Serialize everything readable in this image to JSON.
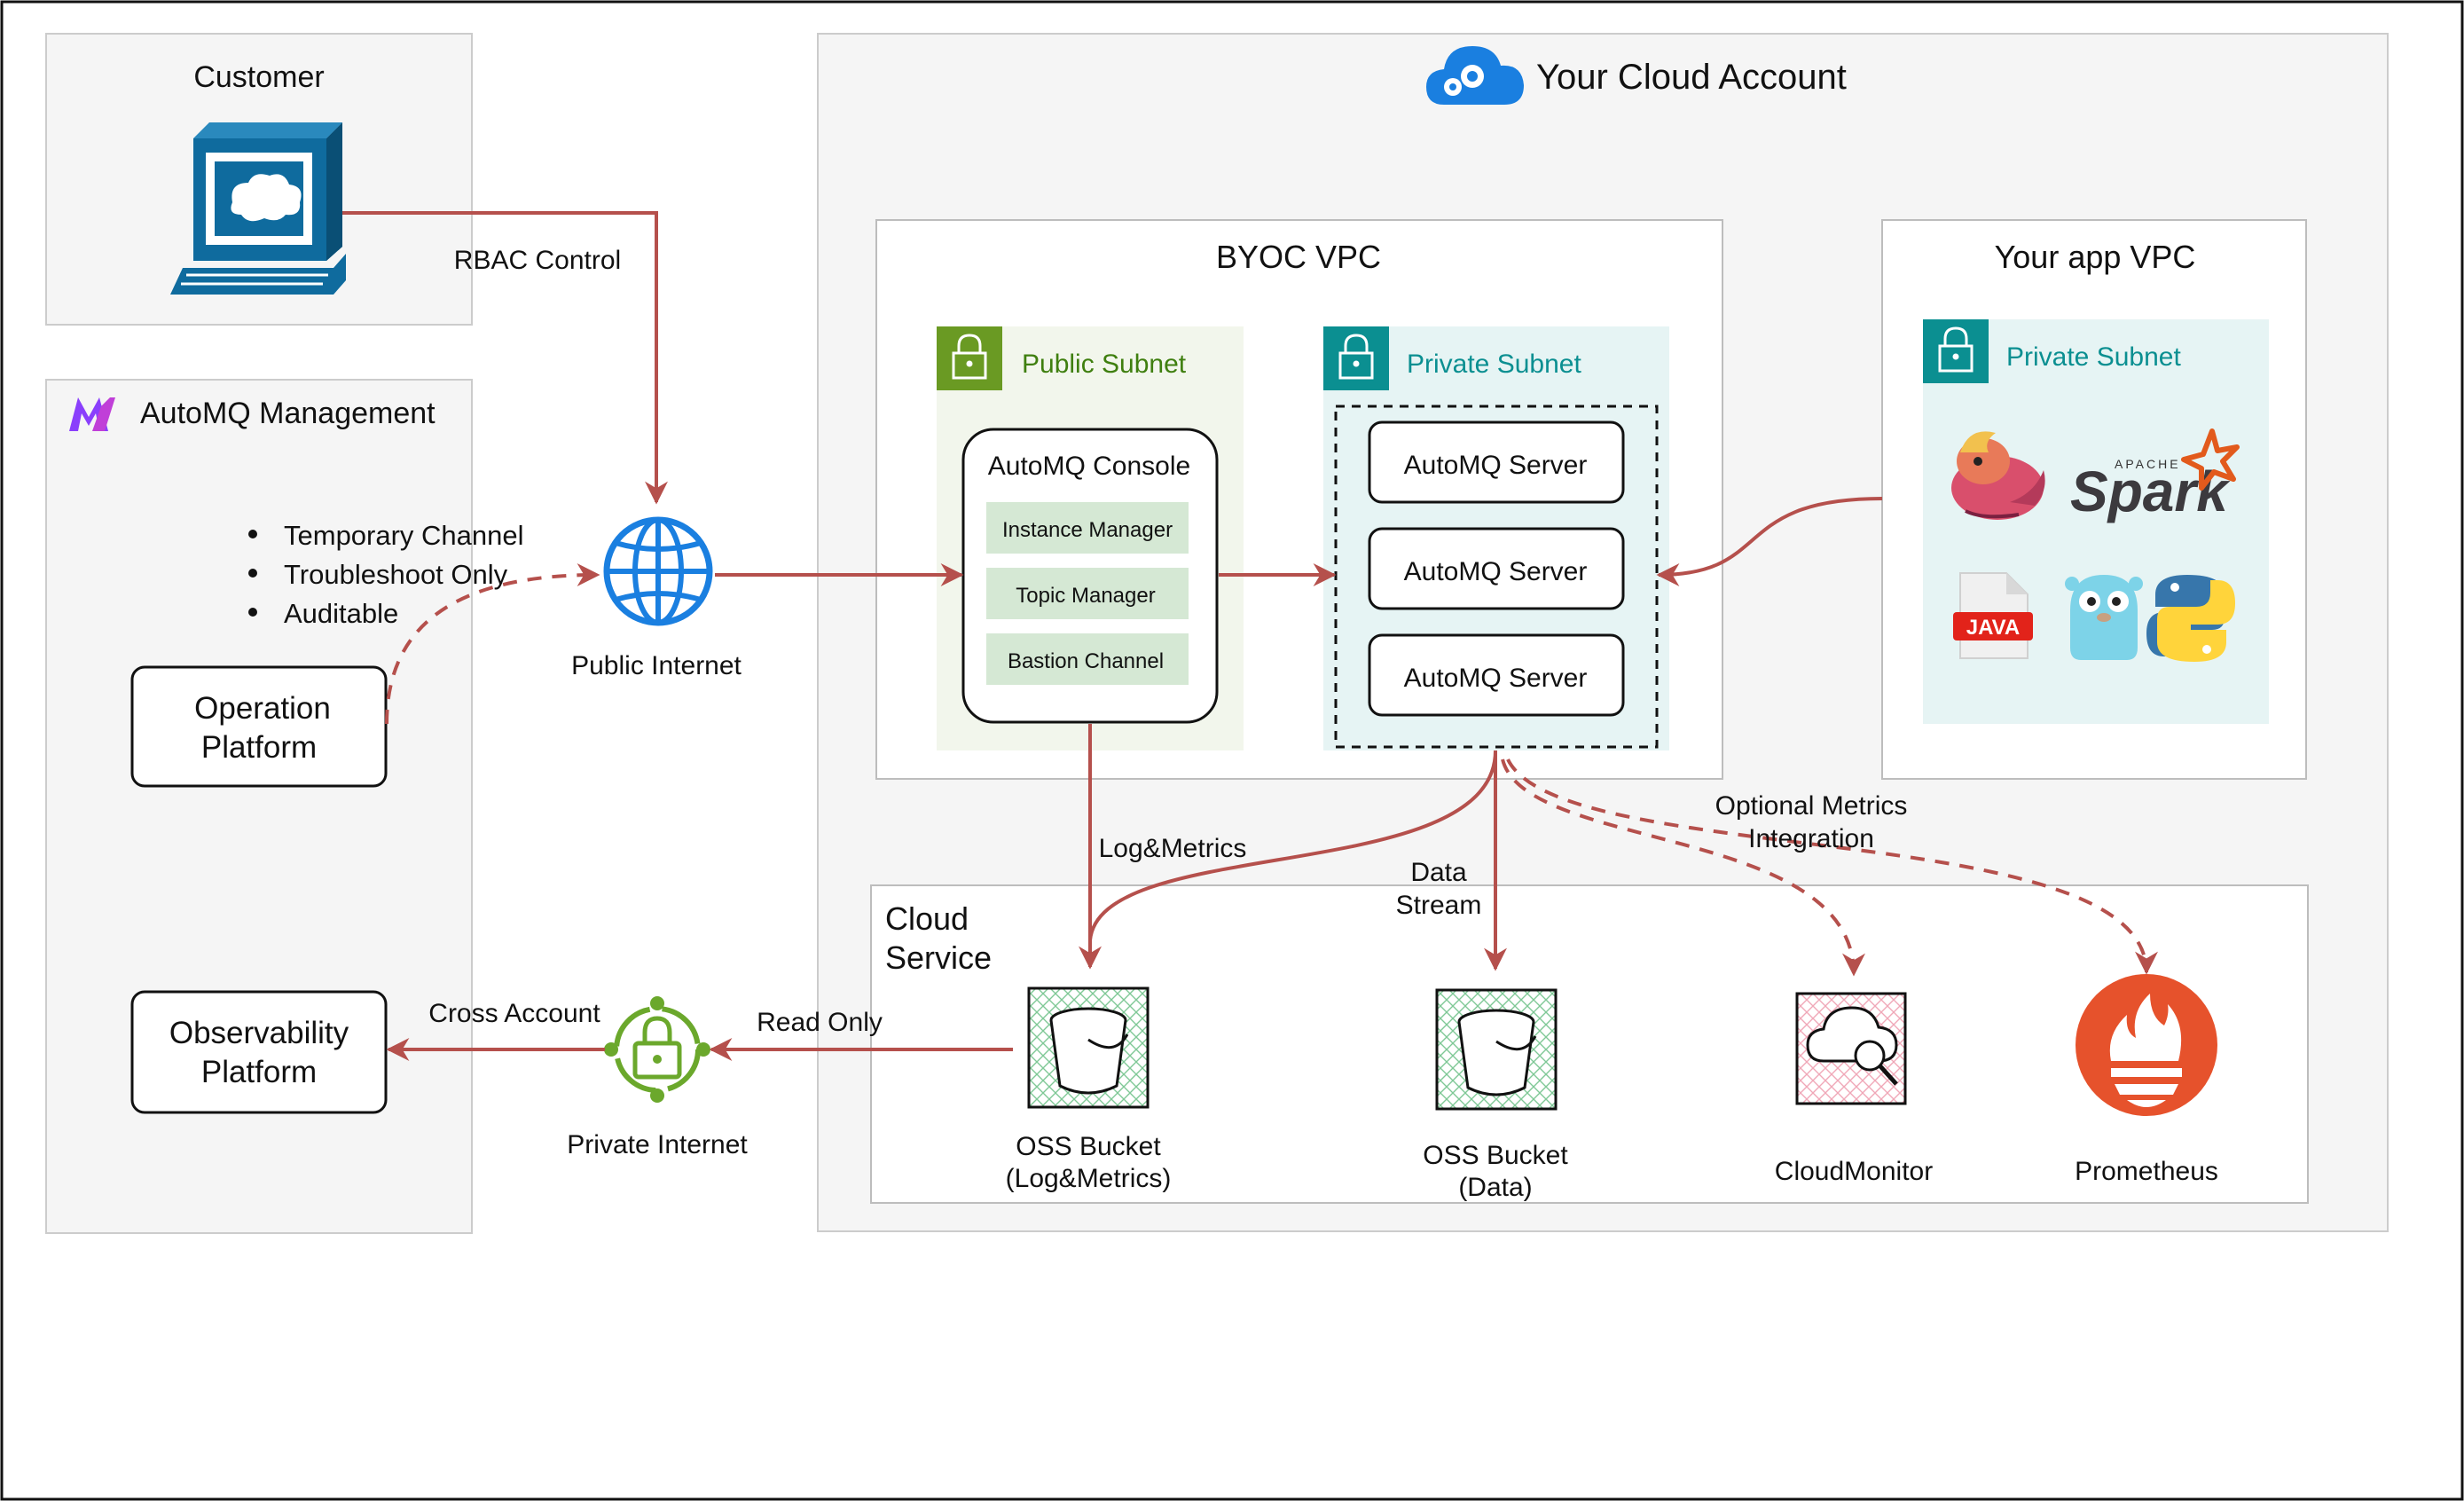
{
  "customer": {
    "title": "Customer"
  },
  "automq_mgmt": {
    "title": "AutoMQ Management",
    "bullets": [
      "Temporary Channel",
      "Troubleshoot Only",
      "Auditable"
    ],
    "operation_platform": [
      "Operation",
      "Platform"
    ],
    "observability_platform": [
      "Observability",
      "Platform"
    ]
  },
  "cloud_account": {
    "title": "Your Cloud Account"
  },
  "byoc_vpc": {
    "title": "BYOC VPC",
    "public_subnet": "Public Subnet",
    "private_subnet": "Private Subnet",
    "console": {
      "title": "AutoMQ Console",
      "items": [
        "Instance Manager",
        "Topic Manager",
        "Bastion Channel"
      ]
    },
    "servers": [
      "AutoMQ Server",
      "AutoMQ Server",
      "AutoMQ Server"
    ]
  },
  "app_vpc": {
    "title": "Your app VPC",
    "private_subnet": "Private Subnet",
    "spark": {
      "apache": "APACHE",
      "name": "Spark"
    },
    "java_label": "JAVA"
  },
  "cloud_service": {
    "title": [
      "Cloud",
      "Service"
    ],
    "bucket_log": [
      "OSS Bucket",
      "(Log&Metrics)"
    ],
    "bucket_data": [
      "OSS Bucket",
      "(Data)"
    ],
    "cloudmonitor": "CloudMonitor",
    "prometheus": "Prometheus"
  },
  "network": {
    "public_internet": "Public Internet",
    "private_internet": "Private Internet"
  },
  "edges": {
    "rbac": "RBAC Control",
    "log_metrics": "Log&Metrics",
    "data_stream": [
      "Data",
      "Stream"
    ],
    "optional_metrics": [
      "Optional Metrics",
      "Integration"
    ],
    "read_only": "Read Only",
    "cross_account": "Cross Account"
  },
  "colors": {
    "arrow": "#b5504c",
    "group_bg": "#f5f5f5",
    "public_subnet_bg": "#f2f6ec",
    "public_subnet_accent": "#6a9a23",
    "private_subnet_bg": "#e6f4f4",
    "private_subnet_accent": "#0b8f91",
    "console_item_bg": "#d5e8d4",
    "globe": "#1a7fe0",
    "customer_icon": "#0f6b9e"
  }
}
